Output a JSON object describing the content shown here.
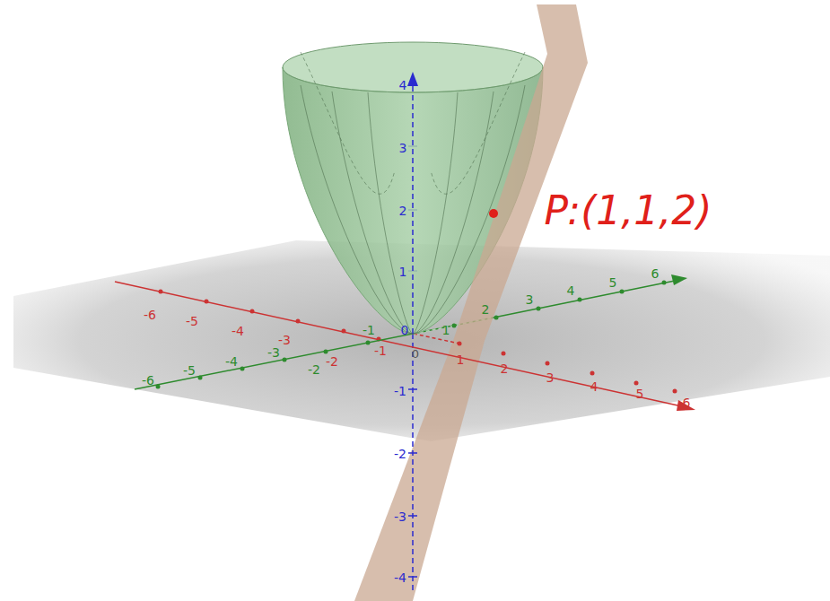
{
  "diagram": {
    "labels": [
      "-6",
      "-5",
      "-4",
      "-3",
      "-2",
      "-1",
      "1",
      "2",
      "3",
      "4",
      "5",
      "6",
      "-6",
      "-5",
      "-4",
      "-3",
      "-2",
      "-1",
      "1",
      "2",
      "3",
      "4",
      "5",
      "6",
      "4",
      "3",
      "2",
      "1",
      "0",
      "-1",
      "-2",
      "-3",
      "-4",
      "0",
      "P:(1,1,2)"
    ]
  }
}
